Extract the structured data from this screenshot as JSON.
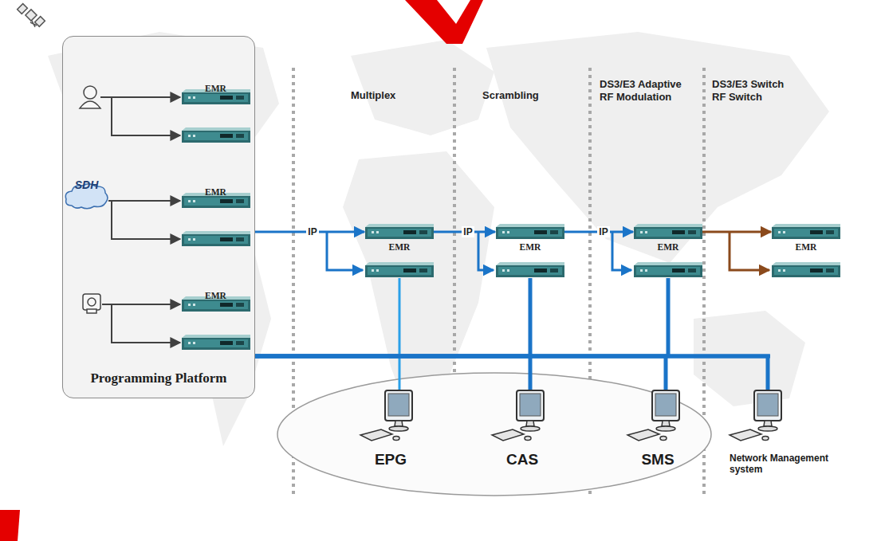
{
  "diagram": {
    "nodes": [
      {
        "text": [
          "Programming Platform"
        ]
      },
      {
        "text": [
          "EMR"
        ],
        "in": 0
      },
      {
        "text": [
          "SDH"
        ],
        "in": 0
      },
      {
        "text": [
          "EMR"
        ],
        "in": 0
      },
      {
        "text": [
          "EMR"
        ],
        "in": 0
      },
      {
        "text": [
          "EMR"
        ]
      },
      {
        "text": [
          "EMR"
        ]
      },
      {
        "text": [
          "EMR"
        ]
      },
      {
        "text": [
          "EMR"
        ]
      },
      {
        "text": [
          "EPG"
        ]
      },
      {
        "text": [
          "CAS"
        ]
      },
      {
        "text": [
          "SMS"
        ]
      },
      {
        "text": [
          "Network Management system"
        ]
      }
    ],
    "edges": [
      {
        "from": 0,
        "to": 5,
        "arrow": "to",
        "label": "IP"
      },
      {
        "from": 5,
        "to": 6,
        "arrow": "to",
        "label": "IP"
      },
      {
        "from": 6,
        "to": 7,
        "arrow": "to",
        "label": "IP"
      },
      {
        "from": 7,
        "to": 8,
        "arrow": "to"
      },
      {
        "from": 0,
        "to": 10,
        "arrow": "none"
      },
      {
        "from": 0,
        "to": 11,
        "arrow": "none"
      },
      {
        "from": 0,
        "to": 12,
        "arrow": "none"
      }
    ],
    "labels": [
      "Multiplex",
      "Scrambling",
      "DS3/E3 Adaptive RF Modulation",
      "DS3/E3 Switch RF Switch"
    ]
  }
}
